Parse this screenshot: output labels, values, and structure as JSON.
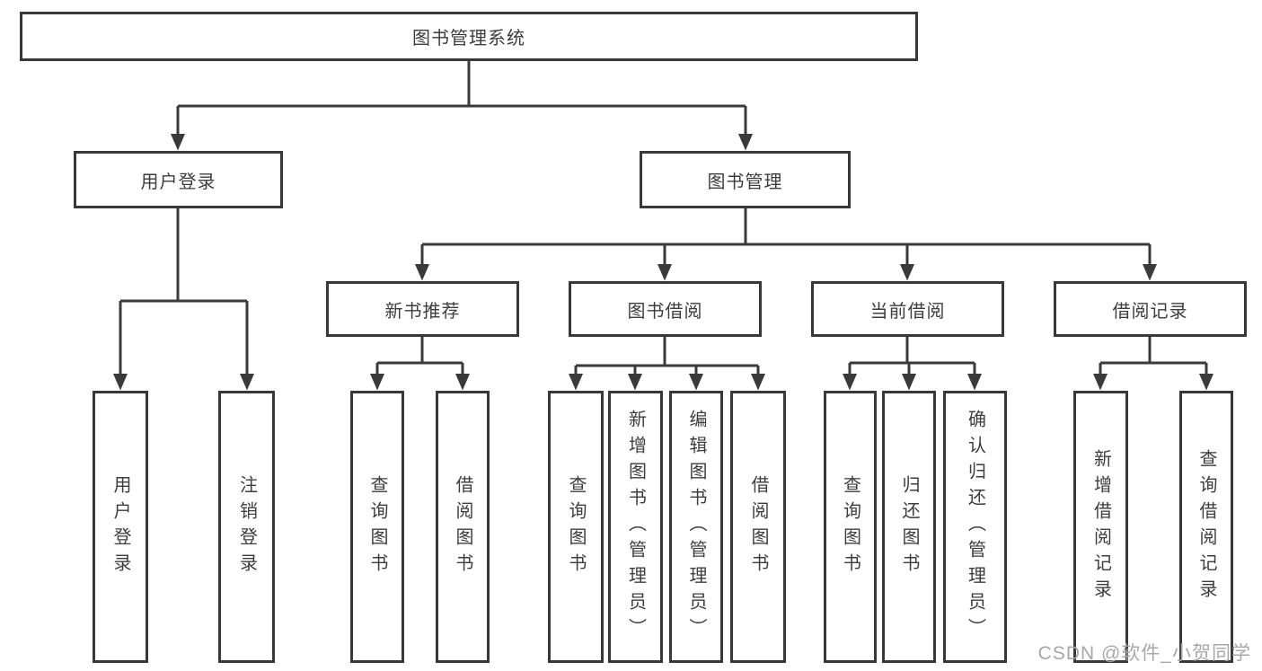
{
  "diagram": {
    "tree": {
      "label": "图书管理系统",
      "children": [
        {
          "label": "用户登录",
          "children": [
            {
              "label": "用户登录"
            },
            {
              "label": "注销登录"
            }
          ]
        },
        {
          "label": "图书管理",
          "children": [
            {
              "label": "新书推荐",
              "children": [
                {
                  "label": "查询图书"
                },
                {
                  "label": "借阅图书"
                }
              ]
            },
            {
              "label": "图书借阅",
              "children": [
                {
                  "label": "查询图书"
                },
                {
                  "label": "新增图书（管理员）"
                },
                {
                  "label": "编辑图书（管理员）"
                },
                {
                  "label": "借阅图书"
                }
              ]
            },
            {
              "label": "当前借阅",
              "children": [
                {
                  "label": "查询图书"
                },
                {
                  "label": "归还图书"
                },
                {
                  "label": "确认归还（管理员）"
                }
              ]
            },
            {
              "label": "借阅记录",
              "children": [
                {
                  "label": "新增借阅记录"
                },
                {
                  "label": "查询借阅记录"
                }
              ]
            }
          ]
        }
      ]
    },
    "line_color": "#3a3a3a"
  },
  "watermark": {
    "text": "CSDN @软件_小贺同学"
  }
}
